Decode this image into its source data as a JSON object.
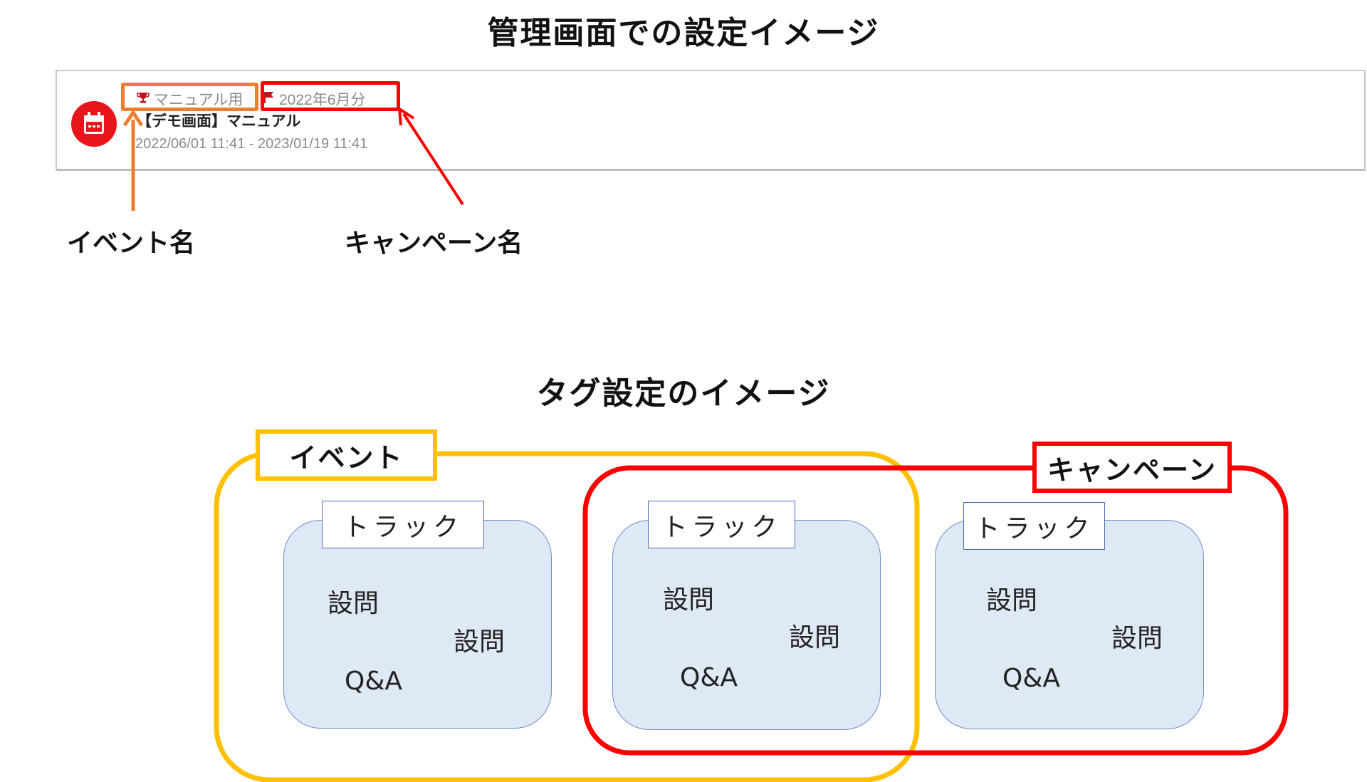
{
  "admin_section": {
    "title": "管理画面での設定イメージ",
    "card": {
      "event_name": "マニュアル用",
      "campaign_name": "2022年6月分",
      "item_name": "【デモ画面】マニュアル",
      "date_range": "2022/06/01 11:41 - 2023/01/19 11:41"
    },
    "annotations": {
      "event_label": "イベント名",
      "campaign_label": "キャンペーン名"
    }
  },
  "tag_section": {
    "title": "タグ設定のイメージ",
    "event_region_label": "イベント",
    "campaign_region_label": "キャンペーン",
    "tracks": [
      {
        "label": "トラック",
        "items": [
          "設問",
          "設問",
          "Q&A"
        ]
      },
      {
        "label": "トラック",
        "items": [
          "設問",
          "設問",
          "Q&A"
        ]
      },
      {
        "label": "トラック",
        "items": [
          "設問",
          "設問",
          "Q&A"
        ]
      }
    ]
  },
  "colors": {
    "event": "#ffc000",
    "event_highlight": "#ed7d31",
    "campaign": "#ff0000",
    "calendar_icon": "#e8151b",
    "track_fill": "#dee9f5",
    "track_border": "#4a6cb0"
  }
}
